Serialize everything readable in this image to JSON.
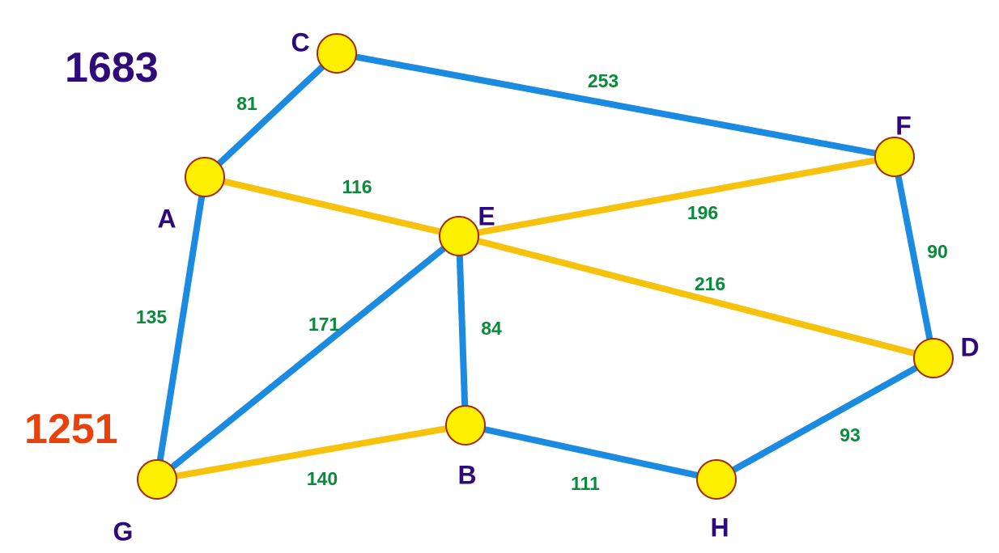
{
  "totals": {
    "top": "1683",
    "bottom": "1251"
  },
  "colors": {
    "total_top": "#2e0a7a",
    "total_bottom": "#e8420c",
    "edge_blue": "#1a8be0",
    "edge_gold": "#f7c20b",
    "node_fill": "#ffef00",
    "node_stroke": "#a32a0e",
    "node_label": "#2e0a7a",
    "weight_label": "#0a8a3a"
  },
  "nodes": [
    {
      "id": "C",
      "label": "C"
    },
    {
      "id": "F",
      "label": "F"
    },
    {
      "id": "A",
      "label": "A"
    },
    {
      "id": "E",
      "label": "E"
    },
    {
      "id": "D",
      "label": "D"
    },
    {
      "id": "B",
      "label": "B"
    },
    {
      "id": "G",
      "label": "G"
    },
    {
      "id": "H",
      "label": "H"
    }
  ],
  "edges": [
    {
      "from": "A",
      "to": "C",
      "weight": "81",
      "color": "blue"
    },
    {
      "from": "C",
      "to": "F",
      "weight": "253",
      "color": "blue"
    },
    {
      "from": "A",
      "to": "E",
      "weight": "116",
      "color": "gold"
    },
    {
      "from": "E",
      "to": "F",
      "weight": "196",
      "color": "gold"
    },
    {
      "from": "F",
      "to": "D",
      "weight": "90",
      "color": "blue"
    },
    {
      "from": "E",
      "to": "D",
      "weight": "216",
      "color": "gold"
    },
    {
      "from": "A",
      "to": "G",
      "weight": "135",
      "color": "blue"
    },
    {
      "from": "E",
      "to": "G",
      "weight": "171",
      "color": "blue"
    },
    {
      "from": "E",
      "to": "B",
      "weight": "84",
      "color": "blue"
    },
    {
      "from": "G",
      "to": "B",
      "weight": "140",
      "color": "gold"
    },
    {
      "from": "B",
      "to": "H",
      "weight": "111",
      "color": "blue"
    },
    {
      "from": "H",
      "to": "D",
      "weight": "93",
      "color": "blue"
    }
  ]
}
